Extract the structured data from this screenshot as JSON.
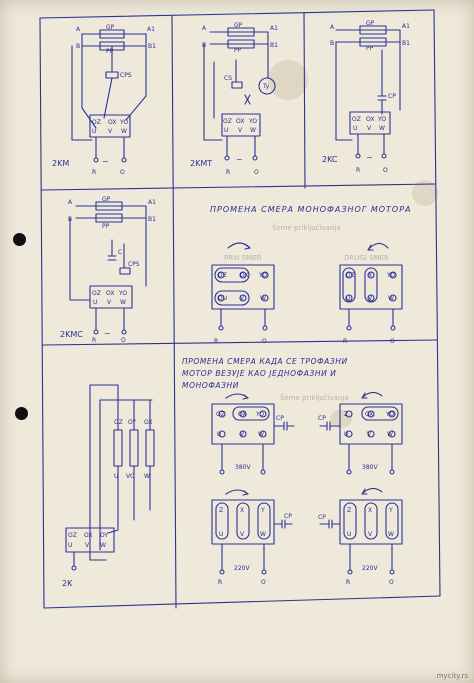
{
  "labels": {
    "a": "A",
    "b": "B",
    "a1": "A1",
    "b1": "B1",
    "gp": "GP",
    "pp": "PP",
    "cps": "CPS",
    "cs": "CS",
    "cp": "CP",
    "c": "C",
    "ty": "Ty",
    "u": "U",
    "v": "V",
    "w": "W",
    "oz": "OZ",
    "ox": "OX",
    "yo": "YO",
    "ou": "OU",
    "oy": "OY",
    "vo": "VO",
    "z": "Z",
    "x": "X",
    "y": "Y",
    "r": "R",
    "o": "O",
    "tilde": "~",
    "v220": "220V",
    "v380": "380V"
  },
  "panels": {
    "p1": "2KM",
    "p2": "2KMT",
    "p3": "2KC",
    "p4": "2KMC",
    "p5": "2K"
  },
  "headings": {
    "one_phase": "ПРОМЕНА СМЕРА МОНОФАЗНОГ МОТОРА",
    "three_phase_l1": "ПРОМЕНА СМЕРА КАДА СЕ ТРОФАЗНИ",
    "three_phase_l2": "МОТОР ВЕЗУЈЕ КАО ЈЕДНОФАЗНИ И",
    "three_phase_l3": "МОНОФАЗНИ"
  },
  "pencil": {
    "seme": "Šeme priključivanja",
    "drugi_smer": "DRUGI SMER",
    "prvi_smer": "PRVI SMER"
  },
  "watermark": "mycity.rs",
  "colors": {
    "ink": "#2b3393",
    "paper": "#efe9dc",
    "grid": "#3b41a0"
  }
}
